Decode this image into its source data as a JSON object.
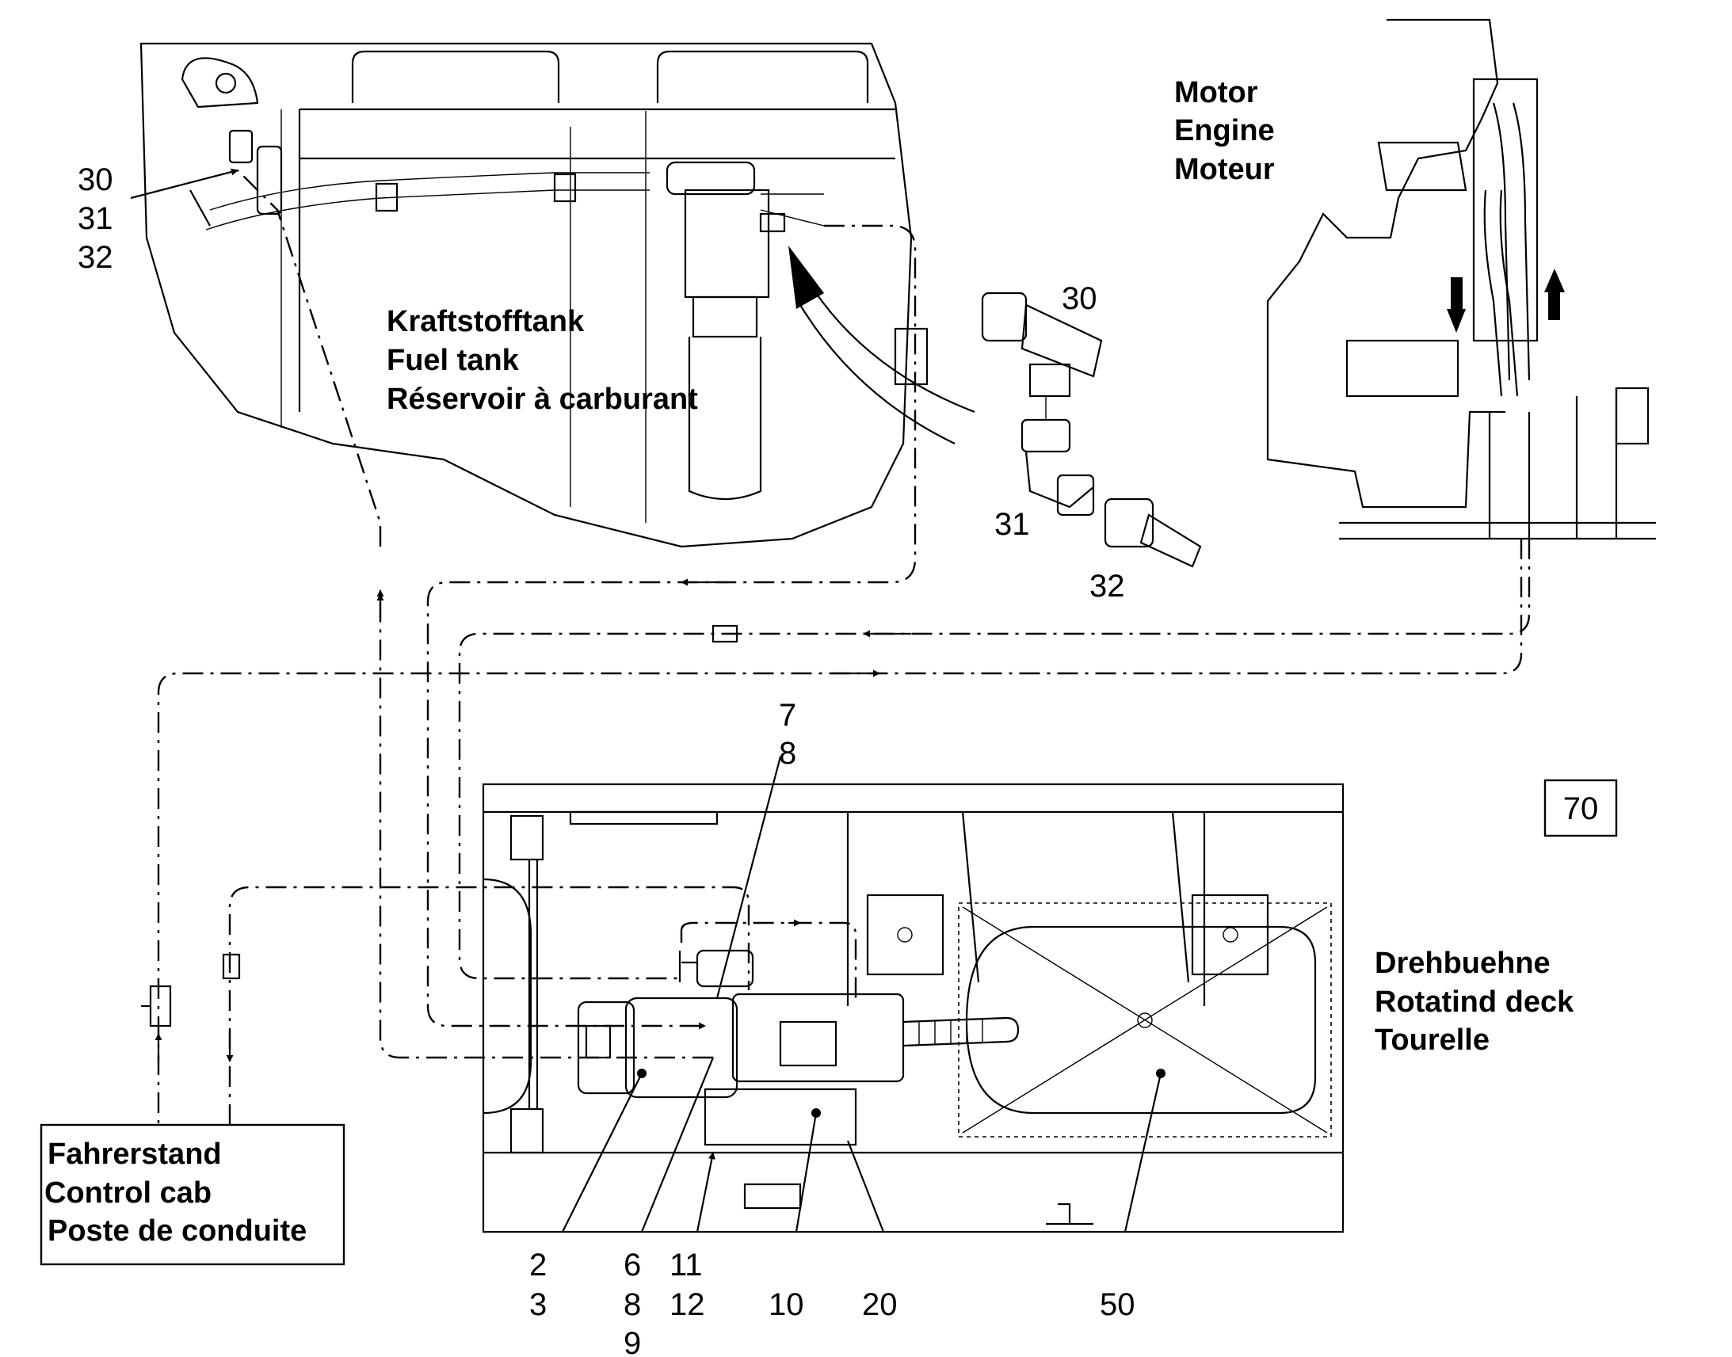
{
  "labels": {
    "fuel_tank": [
      "Kraftstofftank",
      "Fuel tank",
      "Réservoir à carburant"
    ],
    "engine": [
      "Motor",
      "Engine",
      "Moteur"
    ],
    "rotating_deck": [
      "Drehbuehne",
      "Rotatind deck",
      "Tourelle"
    ],
    "control_cab": [
      "Fahrerstand",
      "Control cab",
      "Poste de conduite"
    ]
  },
  "page_ref": "70",
  "parts": {
    "p30_31_32": [
      "30",
      "31",
      "32"
    ],
    "detail_30": "30",
    "detail_31": "31",
    "detail_32": "32",
    "p7_8": [
      "7",
      "8"
    ],
    "p2_3": [
      "2",
      "3"
    ],
    "p6_8_9": [
      "6",
      "8",
      "9"
    ],
    "p11_12": [
      "11",
      "12"
    ],
    "p10": "10",
    "p20": "20",
    "p50": "50"
  }
}
